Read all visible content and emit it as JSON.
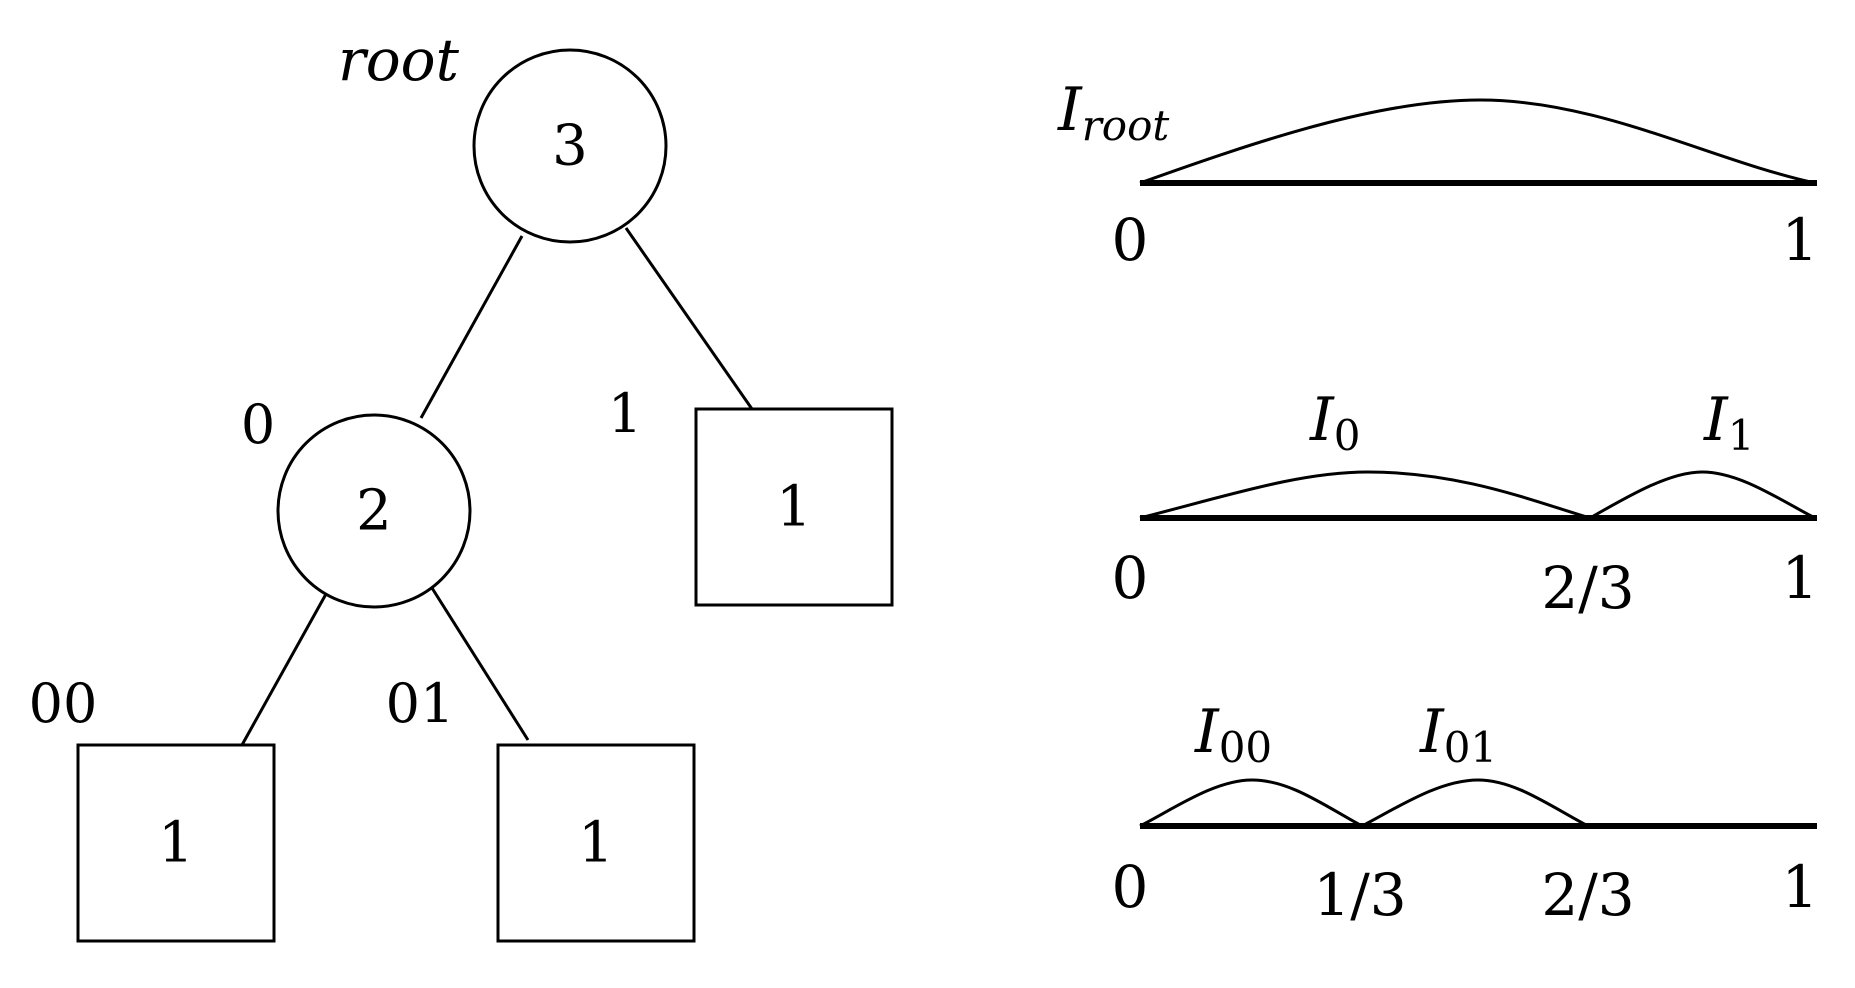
{
  "tree": {
    "root_label": "root",
    "nodes": {
      "root": {
        "value": "3",
        "shape": "circle"
      },
      "n0": {
        "value": "2",
        "shape": "circle",
        "edge_label": "0"
      },
      "n1": {
        "value": "1",
        "shape": "square",
        "edge_label": "1"
      },
      "n00": {
        "value": "1",
        "shape": "square",
        "edge_label": "00"
      },
      "n01": {
        "value": "1",
        "shape": "square",
        "edge_label": "01"
      }
    }
  },
  "intervals": {
    "row1": {
      "label_base": "I",
      "label_sub": "root",
      "ticks": [
        "0",
        "1"
      ]
    },
    "row2": {
      "labels": [
        {
          "base": "I",
          "sub": "0"
        },
        {
          "base": "I",
          "sub": "1"
        }
      ],
      "ticks": [
        "0",
        "2/3",
        "1"
      ]
    },
    "row3": {
      "labels": [
        {
          "base": "I",
          "sub": "00"
        },
        {
          "base": "I",
          "sub": "01"
        }
      ],
      "ticks": [
        "0",
        "1/3",
        "2/3",
        "1"
      ]
    }
  }
}
